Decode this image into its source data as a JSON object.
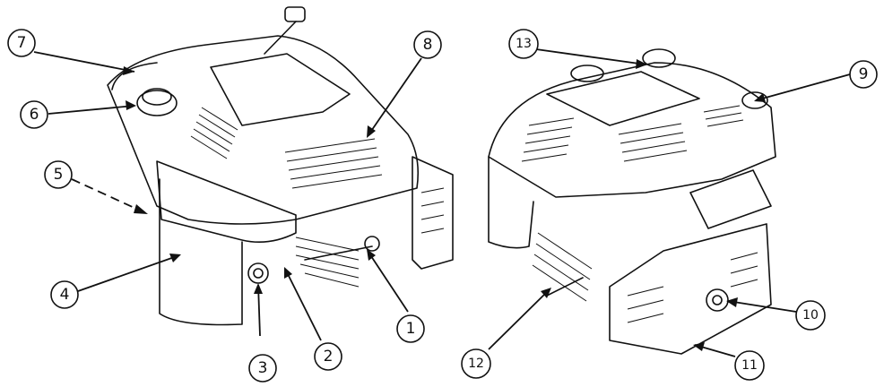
{
  "figure": {
    "callouts": [
      "1",
      "2",
      "3",
      "4",
      "5",
      "6",
      "7",
      "8",
      "9",
      "10",
      "11",
      "12",
      "13"
    ]
  }
}
